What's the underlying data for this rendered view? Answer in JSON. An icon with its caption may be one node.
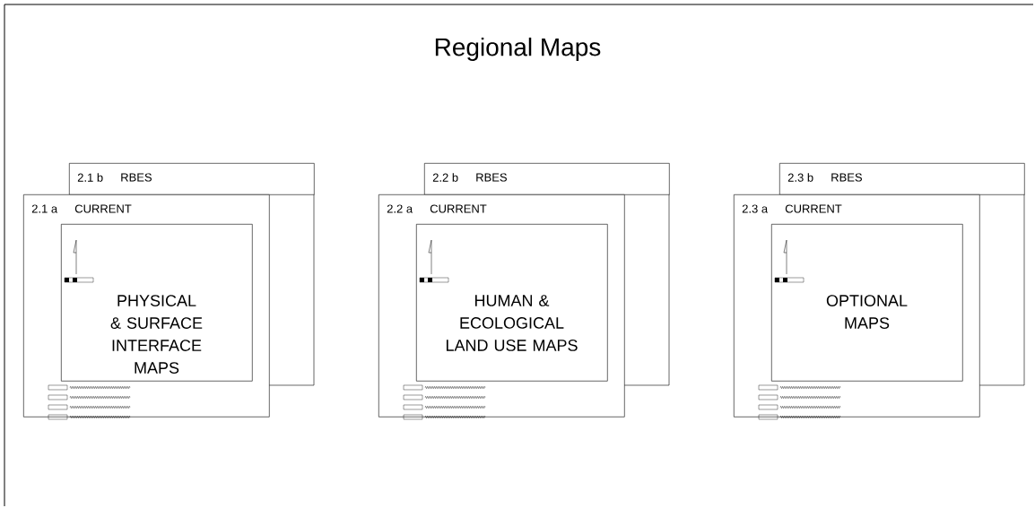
{
  "diagram": {
    "title": "Regional Maps",
    "nodes": [
      {
        "text": [
          "2.1 b",
          "RBES"
        ]
      },
      {
        "text": [
          "2.1 a",
          "CURRENT"
        ]
      },
      {
        "text": [
          "PHYSICAL & SURFACE INTERFACE MAPS"
        ],
        "in": 1
      },
      {
        "text": [
          "2.2 b",
          "RBES"
        ]
      },
      {
        "text": [
          "2.2 a",
          "CURRENT"
        ]
      },
      {
        "text": [
          "HUMAN & ECOLOGICAL LAND USE MAPS"
        ],
        "in": 4
      },
      {
        "text": [
          "2.3 b",
          "RBES"
        ]
      },
      {
        "text": [
          "2.3 a",
          "CURRENT"
        ]
      },
      {
        "text": [
          "OPTIONAL MAPS"
        ],
        "in": 7
      }
    ]
  }
}
